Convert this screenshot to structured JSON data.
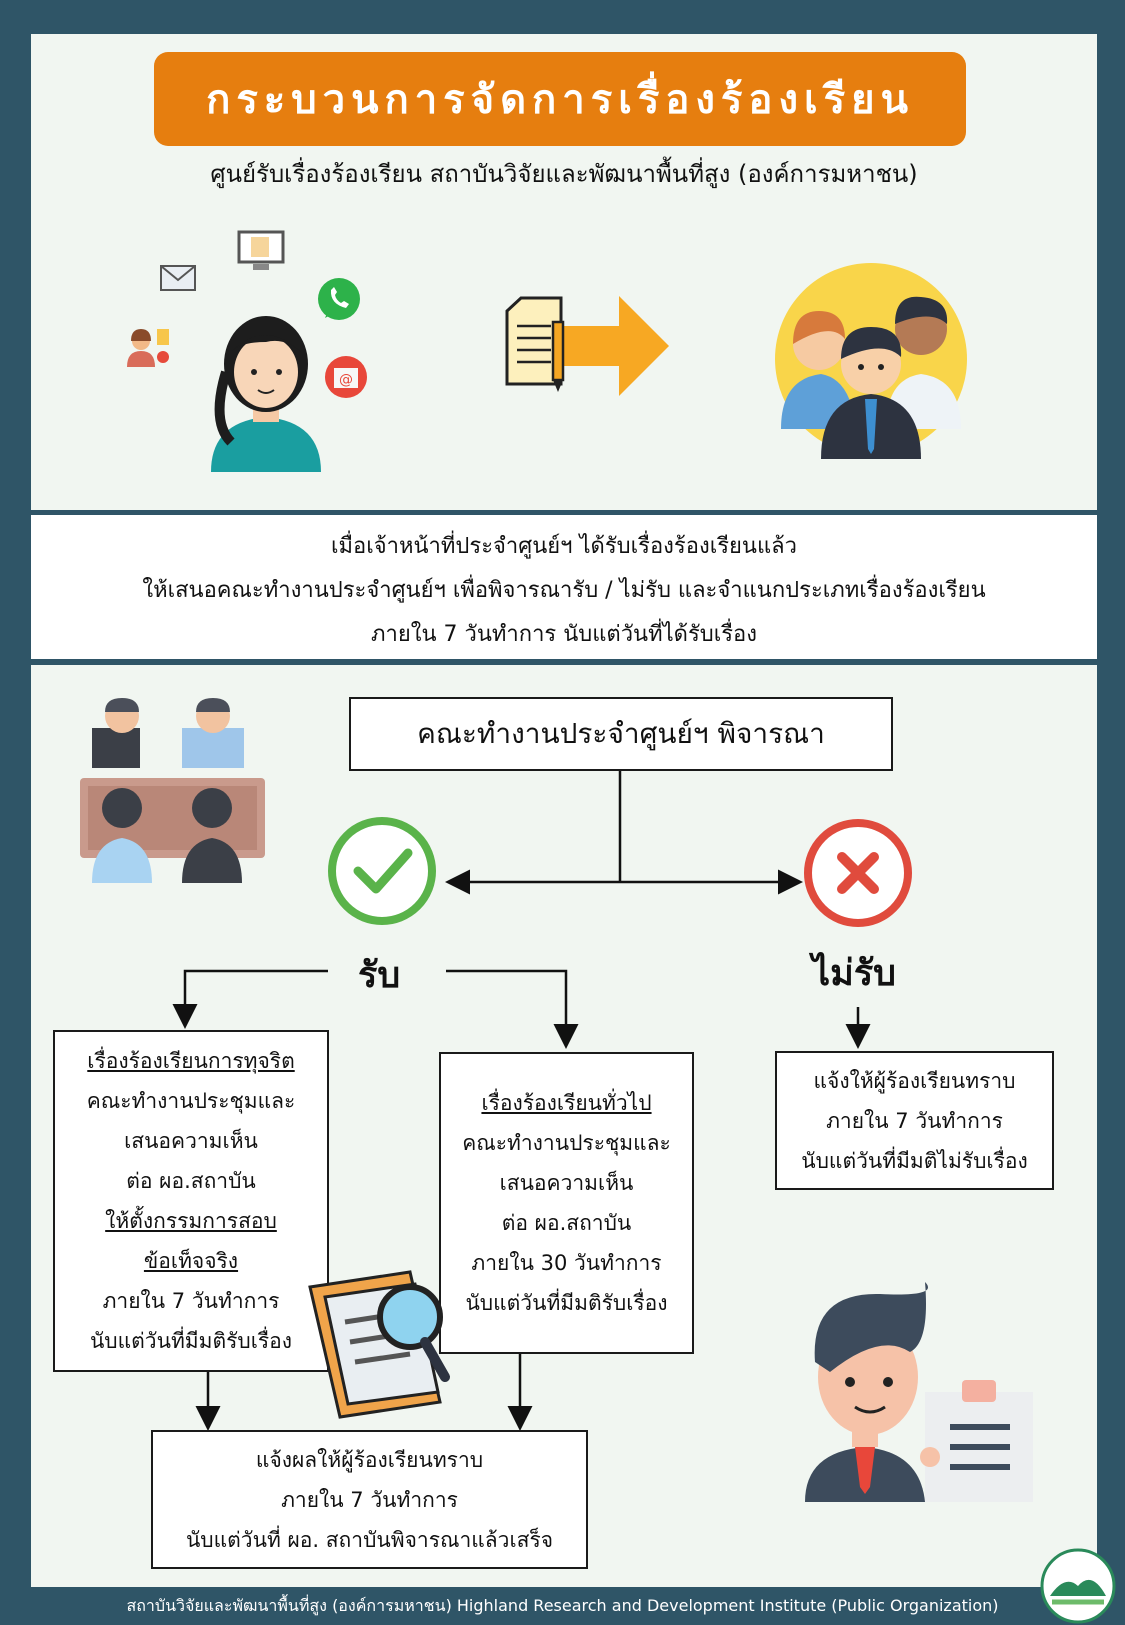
{
  "header": {
    "title": "กระบวนการจัดการเรื่องร้องเรียน",
    "subtitle": "ศูนย์รับเรื่องร้องเรียน สถาบันวิจัยและพัฒนาพื้นที่สูง (องค์การมหาชน)"
  },
  "intro": {
    "line1": "เมื่อเจ้าหน้าที่ประจำศูนย์ฯ ได้รับเรื่องร้องเรียนแล้ว",
    "line2": "ให้เสนอคณะทำงานประจำศูนย์ฯ เพื่อพิจารณารับ / ไม่รับ และจำแนกประเภทเรื่องร้องเรียน",
    "line3": "ภายใน 7 วันทำการ นับแต่วันที่ได้รับเรื่อง"
  },
  "flow": {
    "consider": "คณะทำงานประจำศูนย์ฯ พิจารณา",
    "accept": "รับ",
    "reject": "ไม่รับ",
    "corruption": {
      "l1": "เรื่องร้องเรียนการทุจริต",
      "l2": "คณะทำงานประชุมและ",
      "l3": "เสนอความเห็น",
      "l4": "ต่อ ผอ.สถาบัน",
      "l5": "ให้ตั้งกรรมการสอบ",
      "l6": "ข้อเท็จจริง",
      "l7": "ภายใน 7 วันทำการ",
      "l8": "นับแต่วันที่มีมติรับเรื่อง"
    },
    "general": {
      "l1": "เรื่องร้องเรียนทั่วไป",
      "l2": "คณะทำงานประชุมและ",
      "l3": "เสนอความเห็น",
      "l4": "ต่อ ผอ.สถาบัน",
      "l5": "ภายใน 30 วันทำการ",
      "l6": "นับแต่วันที่มีมติรับเรื่อง"
    },
    "notify_reject": {
      "l1": "แจ้งให้ผู้ร้องเรียนทราบ",
      "l2": "ภายใน 7 วันทำการ",
      "l3": "นับแต่วันที่มีมติไม่รับเรื่อง"
    },
    "notify_result": {
      "l1": "แจ้งผลให้ผู้ร้องเรียนทราบ",
      "l2": "ภายใน 7 วันทำการ",
      "l3": "นับแต่วันที่ ผอ. สถาบันพิจารณาแล้วเสร็จ"
    }
  },
  "footer": {
    "text": "สถาบันวิจัยและพัฒนาพื้นที่สูง (องค์การมหาชน) Highland Research and Development Institute (Public Organization)"
  },
  "colors": {
    "background": "#2f5567",
    "banner": "#e67e0f",
    "accept": "#5ab34a",
    "reject": "#e04b3d"
  }
}
